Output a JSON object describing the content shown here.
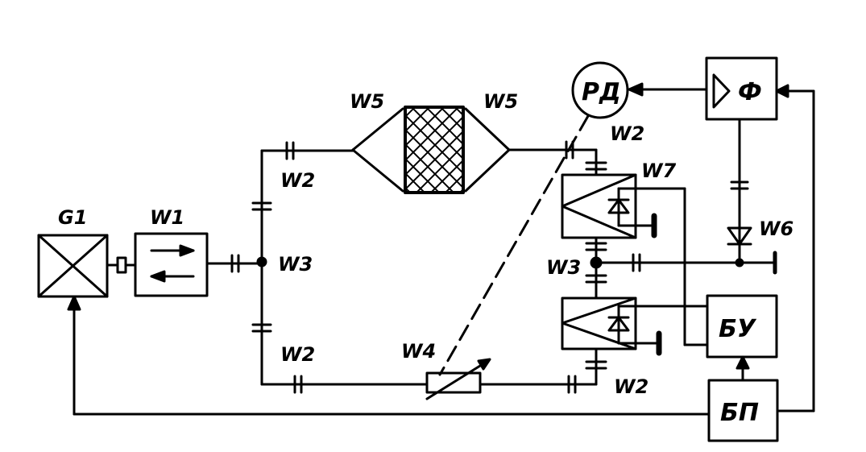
{
  "diagram": {
    "labels": {
      "g1": "G1",
      "w1": "W1",
      "w3_left": "W3",
      "w2_top_left": "W2",
      "w2_bottom_left": "W2",
      "w5_left": "W5",
      "w5_right": "W5",
      "w4": "W4",
      "w2_top_right": "W2",
      "w7": "W7",
      "w3_right": "W3",
      "w2_bottom_right": "W2",
      "w6": "W6"
    },
    "blocks": {
      "rd": "РД",
      "phase": "Ф",
      "bu": "БУ",
      "bp": "БП"
    }
  }
}
